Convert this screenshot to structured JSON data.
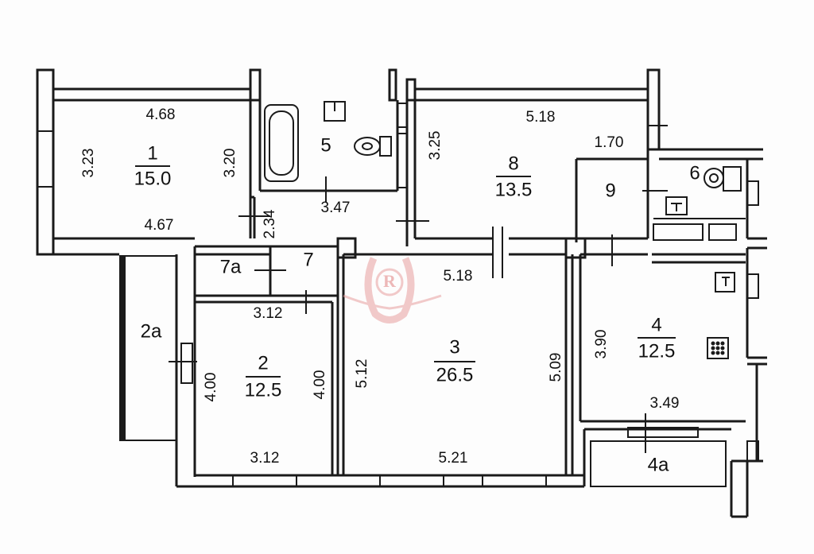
{
  "rooms": {
    "r1": {
      "num": "1",
      "area": "15.0",
      "top": "4.68",
      "bottom": "4.67",
      "left": "3.23",
      "right": "3.20"
    },
    "r2": {
      "num": "2",
      "area": "12.5",
      "top": "3.12",
      "bottom": "3.12",
      "left": "4.00",
      "right": "4.00"
    },
    "r2a": {
      "num": "2a"
    },
    "r3": {
      "num": "3",
      "area": "26.5",
      "top": "5.18",
      "bottom": "5.21",
      "left": "5.12",
      "right": "5.09"
    },
    "r4": {
      "num": "4",
      "area": "12.5",
      "left": "3.90",
      "bottom": "3.49"
    },
    "r4a": {
      "num": "4a"
    },
    "r5": {
      "num": "5"
    },
    "r6": {
      "num": "6"
    },
    "r7": {
      "num": "7",
      "top": "3.47",
      "left": "2.34"
    },
    "r7a": {
      "num": "7a"
    },
    "r8": {
      "num": "8",
      "area": "13.5",
      "top": "5.18",
      "left": "3.25",
      "right": "1.70"
    },
    "r9": {
      "num": "9"
    }
  },
  "watermark": {
    "letter": "R"
  },
  "colors": {
    "line": "#1a1a1a",
    "watermark": "#e8a0a0"
  }
}
